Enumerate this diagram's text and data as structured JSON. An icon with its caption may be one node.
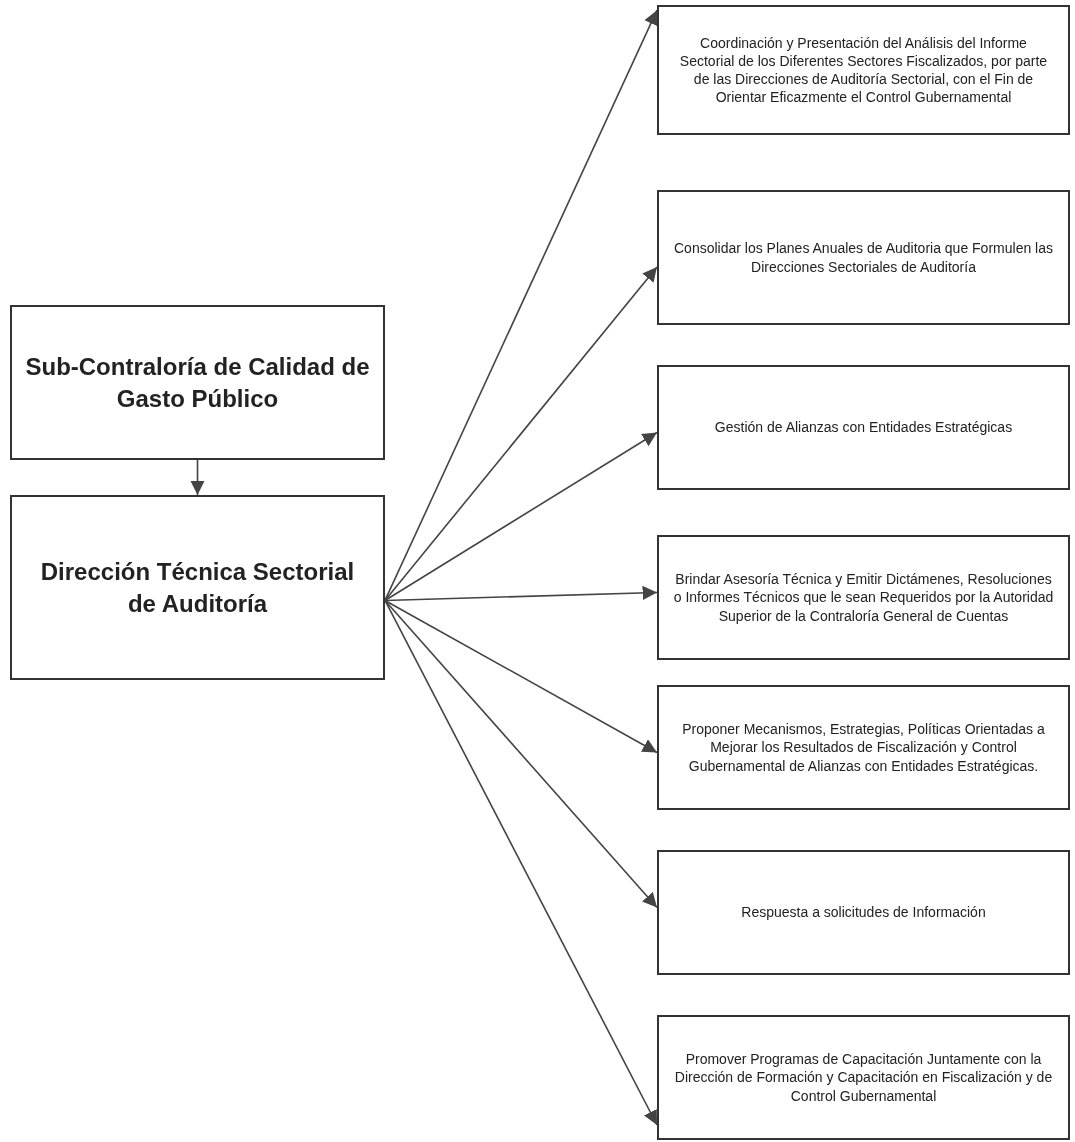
{
  "diagram": {
    "nodes": [
      {
        "text": [
          "Sub-Contraloría de Calidad de Gasto Público"
        ]
      },
      {
        "text": [
          "Dirección Técnica Sectorial de Auditoría"
        ]
      },
      {
        "text": [
          "Coordinación y Presentación del Análisis del Informe Sectorial de los Diferentes Sectores Fiscalizados, por parte de las Direcciones de Auditoría Sectorial, con el Fin de Orientar Eficazmente el Control Gubernamental"
        ]
      },
      {
        "text": [
          "Consolidar los Planes Anuales de Auditoria que Formulen las Direcciones Sectoriales de Auditoría"
        ]
      },
      {
        "text": [
          "Gestión de Alianzas con Entidades Estratégicas"
        ]
      },
      {
        "text": [
          "Brindar Asesoría Técnica y Emitir Dictámenes, Resoluciones o Informes Técnicos que le sean Requeridos por la Autoridad Superior de la Contraloría General de Cuentas"
        ]
      },
      {
        "text": [
          "Proponer Mecanismos, Estrategias, Políticas Orientadas a Mejorar los Resultados de Fiscalización y Control Gubernamental de Alianzas con Entidades Estratégicas."
        ]
      },
      {
        "text": [
          "Respuesta a solicitudes de Información"
        ]
      },
      {
        "text": [
          "Promover Programas de Capacitación Juntamente con la Dirección de Formación y Capacitación en Fiscalización y de Control Gubernamental"
        ]
      }
    ],
    "edges": [
      {
        "from": 0,
        "to": 1,
        "arrow": "to"
      },
      {
        "from": 1,
        "to": 2,
        "arrow": "to"
      },
      {
        "from": 1,
        "to": 3,
        "arrow": "to"
      },
      {
        "from": 1,
        "to": 4,
        "arrow": "to"
      },
      {
        "from": 1,
        "to": 5,
        "arrow": "to"
      },
      {
        "from": 1,
        "to": 6,
        "arrow": "to"
      },
      {
        "from": 1,
        "to": 7,
        "arrow": "to"
      },
      {
        "from": 1,
        "to": 8,
        "arrow": "to"
      }
    ]
  }
}
